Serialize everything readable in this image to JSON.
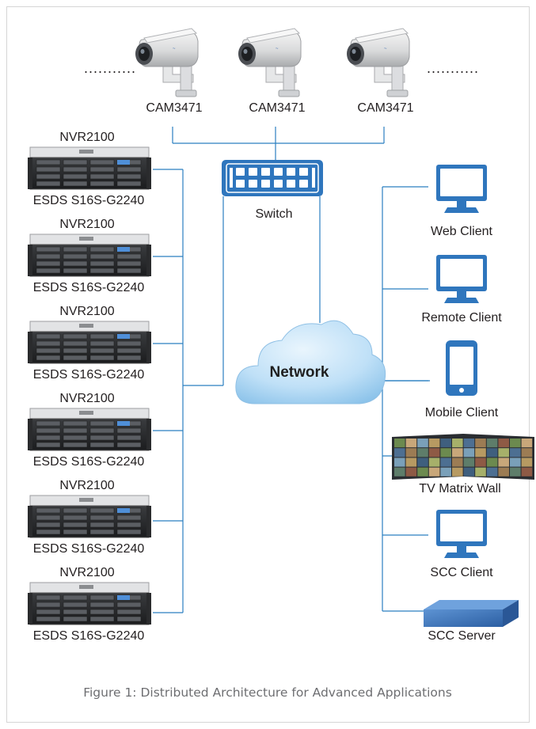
{
  "colors": {
    "line": "#2b7fc1",
    "device": "#2f76bd",
    "cloud": "#a9d3f2",
    "server": "#3a6fb5"
  },
  "cameras": [
    {
      "label": "CAM3471",
      "icon": "bullet-camera-icon"
    },
    {
      "label": "CAM3471",
      "icon": "bullet-camera-icon"
    },
    {
      "label": "CAM3471",
      "icon": "bullet-camera-icon"
    }
  ],
  "ellipsis_left": "...........",
  "ellipsis_right": "...........",
  "switch": {
    "label": "Switch",
    "icon": "network-switch-icon"
  },
  "network": {
    "label": "Network",
    "icon": "cloud-icon"
  },
  "nvrs": [
    {
      "title": "NVR2100",
      "model": "ESDS S16S-G2240"
    },
    {
      "title": "NVR2100",
      "model": "ESDS S16S-G2240"
    },
    {
      "title": "NVR2100",
      "model": "ESDS S16S-G2240"
    },
    {
      "title": "NVR2100",
      "model": "ESDS S16S-G2240"
    },
    {
      "title": "NVR2100",
      "model": "ESDS S16S-G2240"
    },
    {
      "title": "NVR2100",
      "model": "ESDS S16S-G2240"
    }
  ],
  "clients": [
    {
      "label": "Web Client",
      "icon": "monitor-icon"
    },
    {
      "label": "Remote Client",
      "icon": "monitor-icon"
    },
    {
      "label": "Mobile Client",
      "icon": "mobile-phone-icon"
    },
    {
      "label": "TV  Matrix Wall",
      "icon": "video-wall-icon"
    },
    {
      "label": "SCC Client",
      "icon": "monitor-icon"
    },
    {
      "label": "SCC Server",
      "icon": "server-box-icon"
    }
  ],
  "caption": "Figure 1: Distributed Architecture for Advanced Applications"
}
